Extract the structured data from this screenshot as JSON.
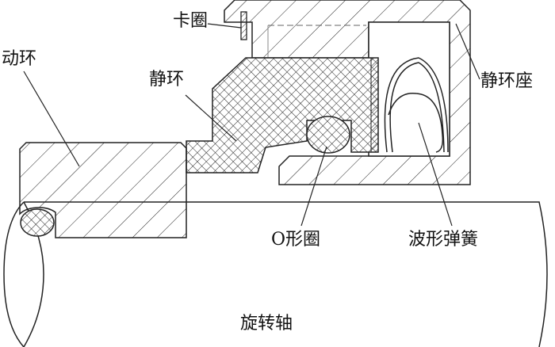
{
  "labels": {
    "snap_ring": "卡圈",
    "rotating_ring": "动环",
    "stationary_ring": "静环",
    "stationary_seat": "静环座",
    "o_ring": "O形圈",
    "wave_spring": "波形弹簧",
    "shaft": "旋转轴"
  }
}
